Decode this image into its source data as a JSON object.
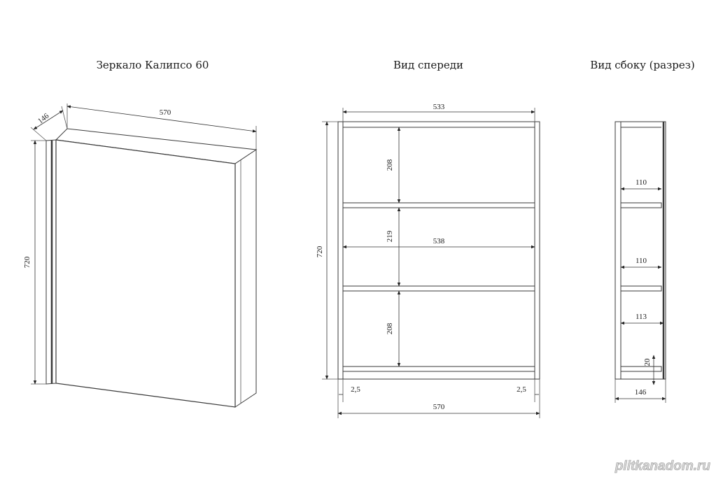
{
  "titles": {
    "view_3d": "Зеркало Калипсо 60",
    "front_view": "Вид спереди",
    "side_view": "Вид сбоку (разрез)"
  },
  "dimensions": {
    "iso_width": "570",
    "iso_depth": "146",
    "iso_height": "720",
    "front_inner_width": "533",
    "front_height": "720",
    "front_shelf_top": "208",
    "front_shelf_middle": "219",
    "front_inner_span": "538",
    "front_shelf_bottom": "208",
    "front_offset_left": "2,5",
    "front_offset_right": "2,5",
    "front_total_width": "570",
    "side_shelf_top": "110",
    "side_shelf_middle": "110",
    "side_shelf_bottom": "113",
    "side_bottom_gap": "20",
    "side_total_depth": "146"
  },
  "watermark": "plitkanadom.ru"
}
